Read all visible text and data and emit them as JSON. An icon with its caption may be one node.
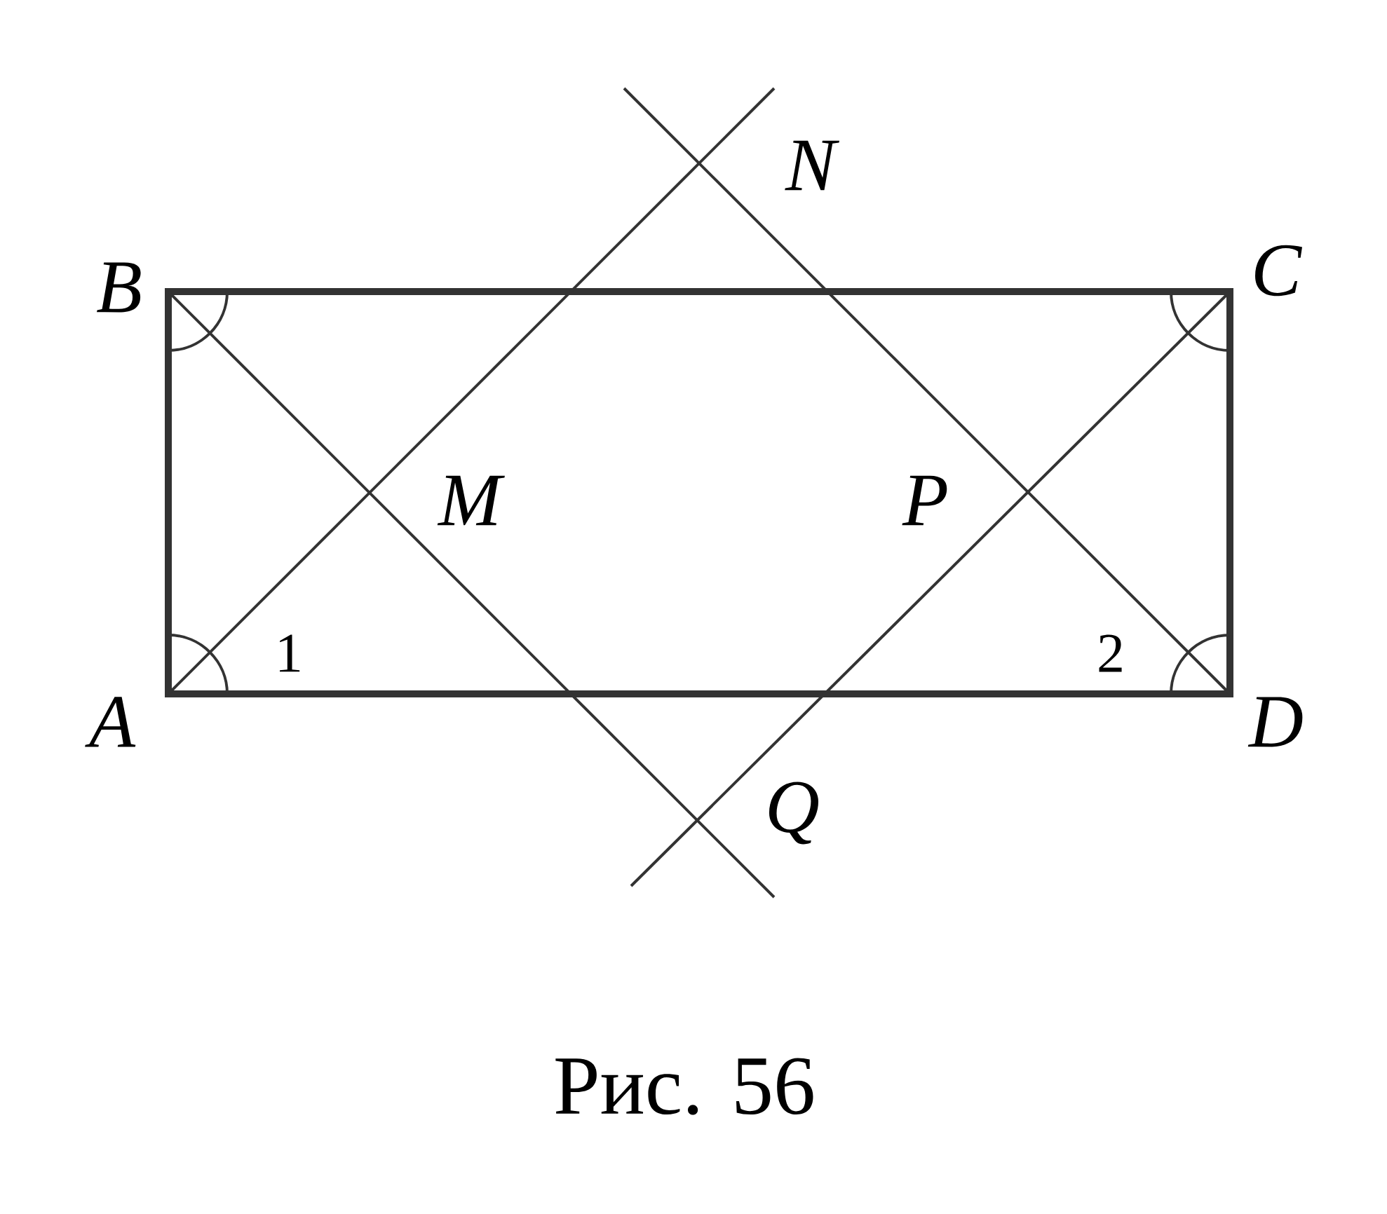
{
  "diagram": {
    "caption": "Рис. 56",
    "labels": [
      "N",
      "B",
      "C",
      "M",
      "P",
      "1",
      "2",
      "A",
      "D",
      "Q"
    ]
  }
}
